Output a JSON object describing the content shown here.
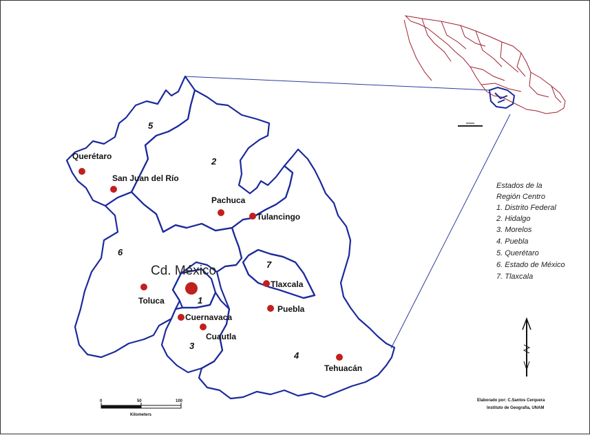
{
  "cities": [
    {
      "name": "Querétaro"
    },
    {
      "name": "San Juan del Río"
    },
    {
      "name": "Pachuca"
    },
    {
      "name": "Tulancingo"
    },
    {
      "name": "Cd. México"
    },
    {
      "name": "Toluca"
    },
    {
      "name": "Tlaxcala"
    },
    {
      "name": "Cuernavaca"
    },
    {
      "name": "Puebla"
    },
    {
      "name": "Cuautla"
    },
    {
      "name": "Tehuacán"
    }
  ],
  "state_numbers": [
    "1",
    "2",
    "3",
    "4",
    "5",
    "6",
    "7"
  ],
  "legend": {
    "title_line1": "Estados de la",
    "title_line2": "Región Centro",
    "items": [
      "1. Distrito Federal",
      "2. Hidalgo",
      "3. Morelos",
      "4. Puebla",
      "5. Querétaro",
      "6. Estado de México",
      "7. Tlaxcala"
    ]
  },
  "scale_bar": {
    "ticks": [
      "0",
      "50",
      "100"
    ],
    "unit": "Kilometers"
  },
  "credits": {
    "line1": "Elaborado por: C.Santos Cerquera",
    "line2": "Instituto de Geografía, UNAM"
  },
  "colors": {
    "state_border": "#1b2a9c",
    "city_dot": "#c0201e",
    "inset_border": "#a02030",
    "connector": "#2a3a9c"
  }
}
